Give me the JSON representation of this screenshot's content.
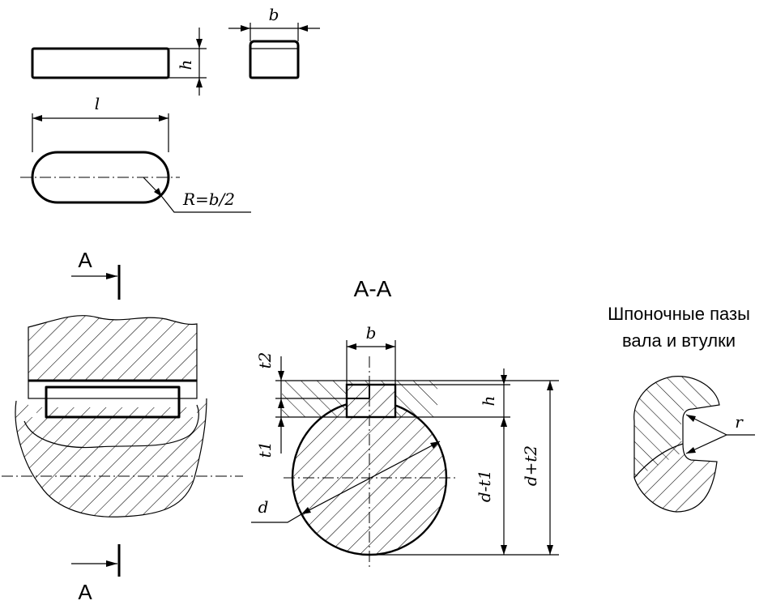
{
  "labels": {
    "b_top": "b",
    "h_top": "h",
    "l_top": "l",
    "radius": "R=b/2",
    "section_a_top": "A",
    "section_a_bottom": "A",
    "section_title": "A-A",
    "b_section": "b",
    "t2": "t2",
    "t1": "t1",
    "h_section": "h",
    "d": "d",
    "d_minus_t1": "d-t1",
    "d_plus_t2": "d+t2",
    "r_small": "r",
    "caption_line1": "Шпоночные пазы",
    "caption_line2": "вала и втулки"
  }
}
